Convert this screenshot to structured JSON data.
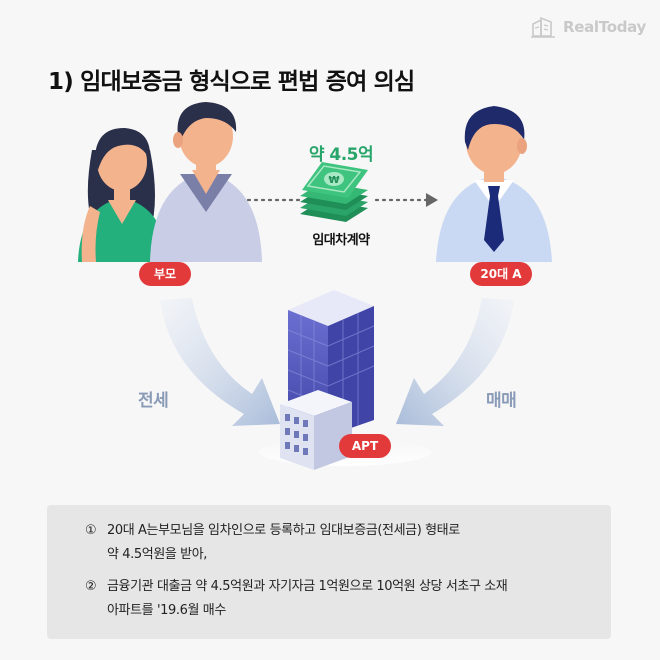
{
  "brand": {
    "name": "RealToday"
  },
  "title": "1) 임대보증금 형식으로 편법 증여 의심",
  "diagram": {
    "amount": "약 4.5억",
    "contract_label": "임대차계약",
    "parents_label": "부모",
    "buyer_label": "20대 A",
    "building_label": "APT",
    "left_flow_label": "전세",
    "right_flow_label": "매매"
  },
  "notes": [
    {
      "num": "①",
      "lines": [
        "20대 A는부모님을 임차인으로 등록하고 임대보증금(전세금) 형태로",
        "약 4.5억원을 받아,"
      ]
    },
    {
      "num": "②",
      "lines": [
        "금융기관 대출금 약 4.5억원과 자기자금 1억원으로 10억원 상당 서초구 소재",
        "아파트를 '19.6월 매수"
      ]
    }
  ],
  "colors": {
    "accent_red": "#e23a3a",
    "money_green": "#28a56a",
    "arrow_blue": "#a9bcd9",
    "building_purple": "#5a5fbf"
  }
}
